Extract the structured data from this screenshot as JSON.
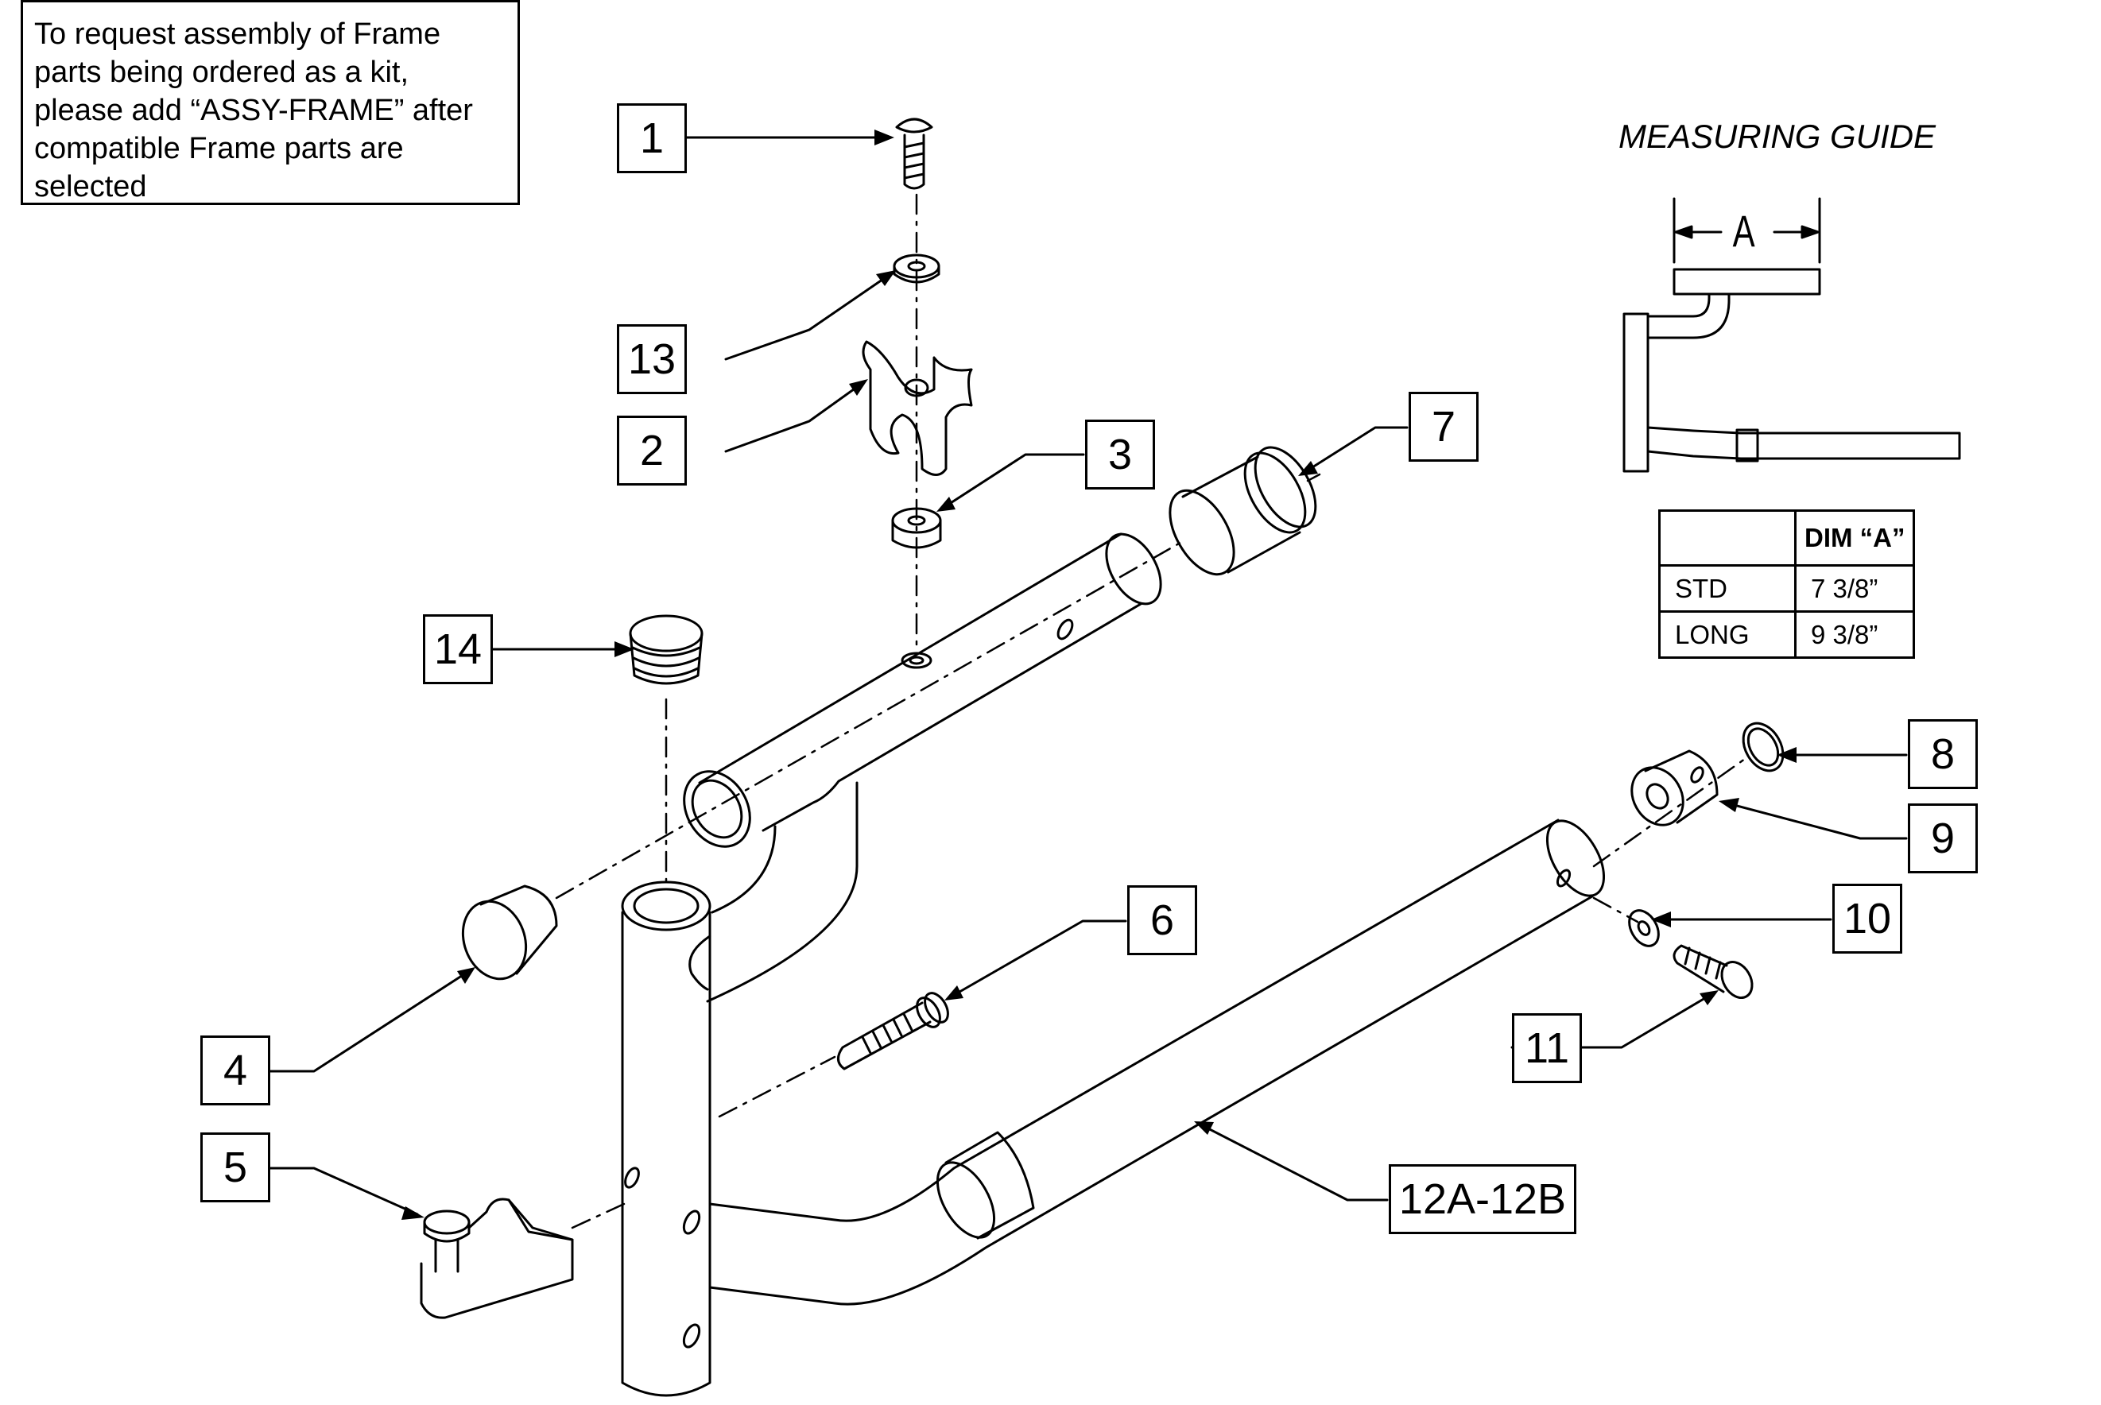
{
  "note": {
    "lines": [
      "To request assembly of Frame",
      "parts being ordered as a kit,",
      "please add “ASSY-FRAME” after",
      "compatible Frame parts are",
      "selected"
    ]
  },
  "callouts": [
    "1",
    "2",
    "3",
    "4",
    "5",
    "6",
    "7",
    "8",
    "9",
    "10",
    "11",
    "12A-12B",
    "13",
    "14"
  ],
  "measuring_guide": {
    "title": "MEASURING GUIDE",
    "dimension_label": "A",
    "table": {
      "header": [
        "",
        "DIM “A”"
      ],
      "rows": [
        [
          "STD",
          "7 3/8”"
        ],
        [
          "LONG",
          "9 3/8”"
        ]
      ]
    }
  }
}
